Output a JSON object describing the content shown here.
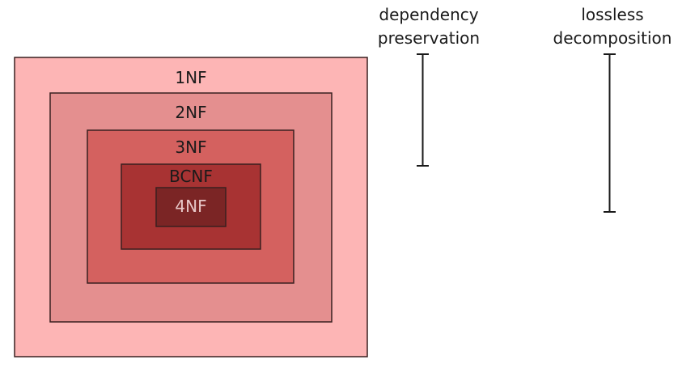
{
  "diagram": {
    "levels": [
      {
        "label": "1NF",
        "fill": "#fdb5b5",
        "text_color": "#1a1a1a"
      },
      {
        "label": "2NF",
        "fill": "#e48f8f",
        "text_color": "#1a1a1a"
      },
      {
        "label": "3NF",
        "fill": "#d4615f",
        "text_color": "#1a1a1a"
      },
      {
        "label": "BCNF",
        "fill": "#a83333",
        "text_color": "#1a1a1a"
      },
      {
        "label": "4NF",
        "fill": "#7b2525",
        "text_color": "#e8c8c8"
      }
    ],
    "border_color": "#3a2020",
    "properties": [
      {
        "line1": "dependency",
        "line2": "preservation"
      },
      {
        "line1": "lossless",
        "line2": "decomposition"
      }
    ]
  }
}
